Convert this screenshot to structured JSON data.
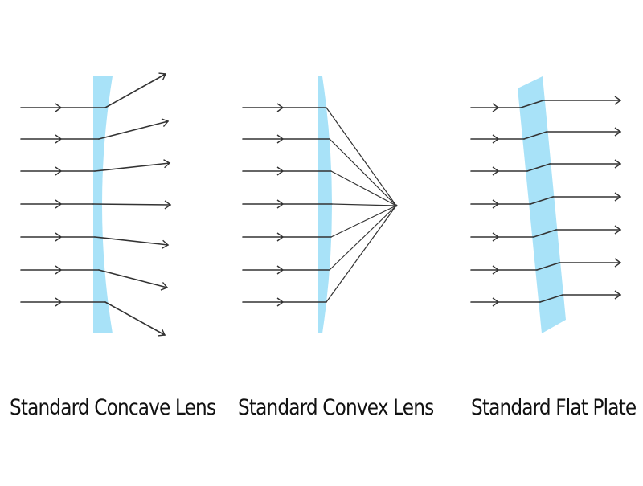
{
  "captions": {
    "concave": "Standard Concave Lens",
    "convex": "Standard Convex Lens",
    "flat": "Standard Flat Plate"
  },
  "colors": {
    "lens": "#a8e2f8",
    "ray": "#333333",
    "background": "#ffffff"
  },
  "panels": {
    "concave": {
      "ray_count": 7,
      "behavior": "diverging"
    },
    "convex": {
      "ray_count": 7,
      "behavior": "converging to focal point"
    },
    "flat": {
      "ray_count": 7,
      "behavior": "parallel offset"
    }
  }
}
